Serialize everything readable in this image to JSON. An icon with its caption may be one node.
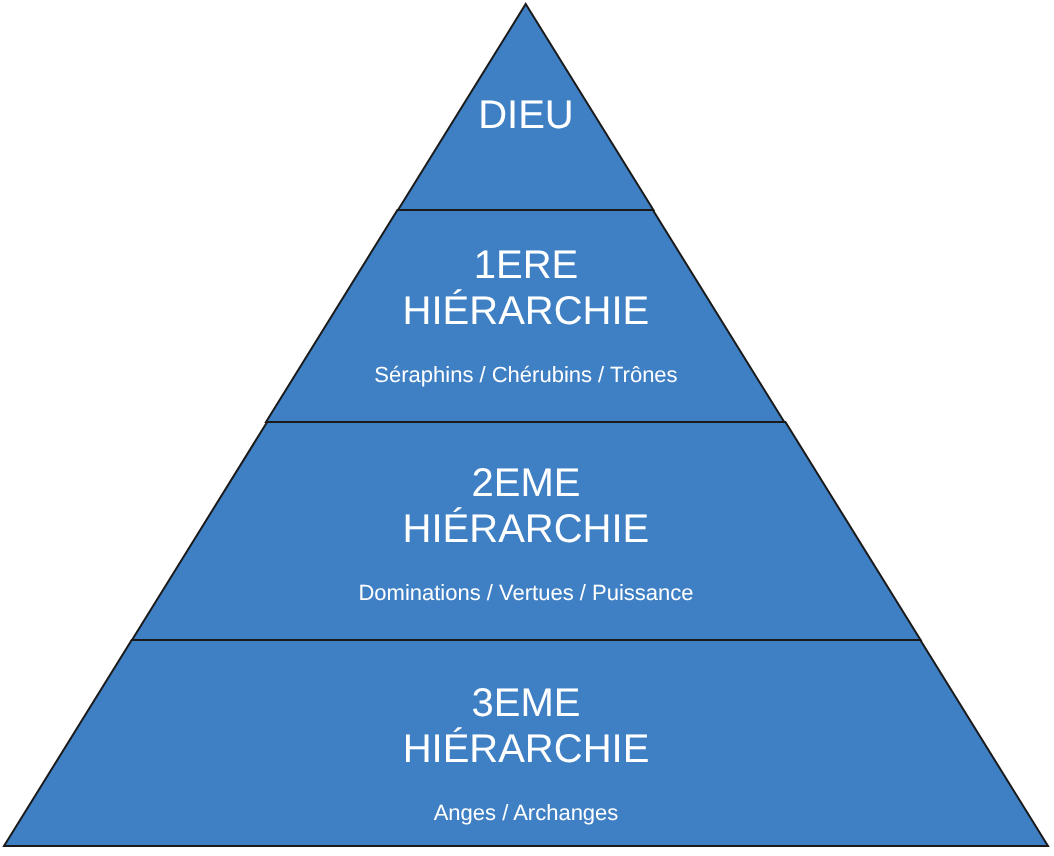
{
  "diagram": {
    "nodes": [
      {
        "text": [
          "DIEU"
        ]
      },
      {
        "text": [
          "1ERE HIÉRARCHIE",
          "Séraphins / Chérubins / Trônes"
        ]
      },
      {
        "text": [
          "2EME HIÉRARCHIE",
          "Dominations / Vertues / Puissance"
        ]
      },
      {
        "text": [
          "3EME HIÉRARCHIE",
          "Anges / Archanges"
        ]
      }
    ]
  }
}
